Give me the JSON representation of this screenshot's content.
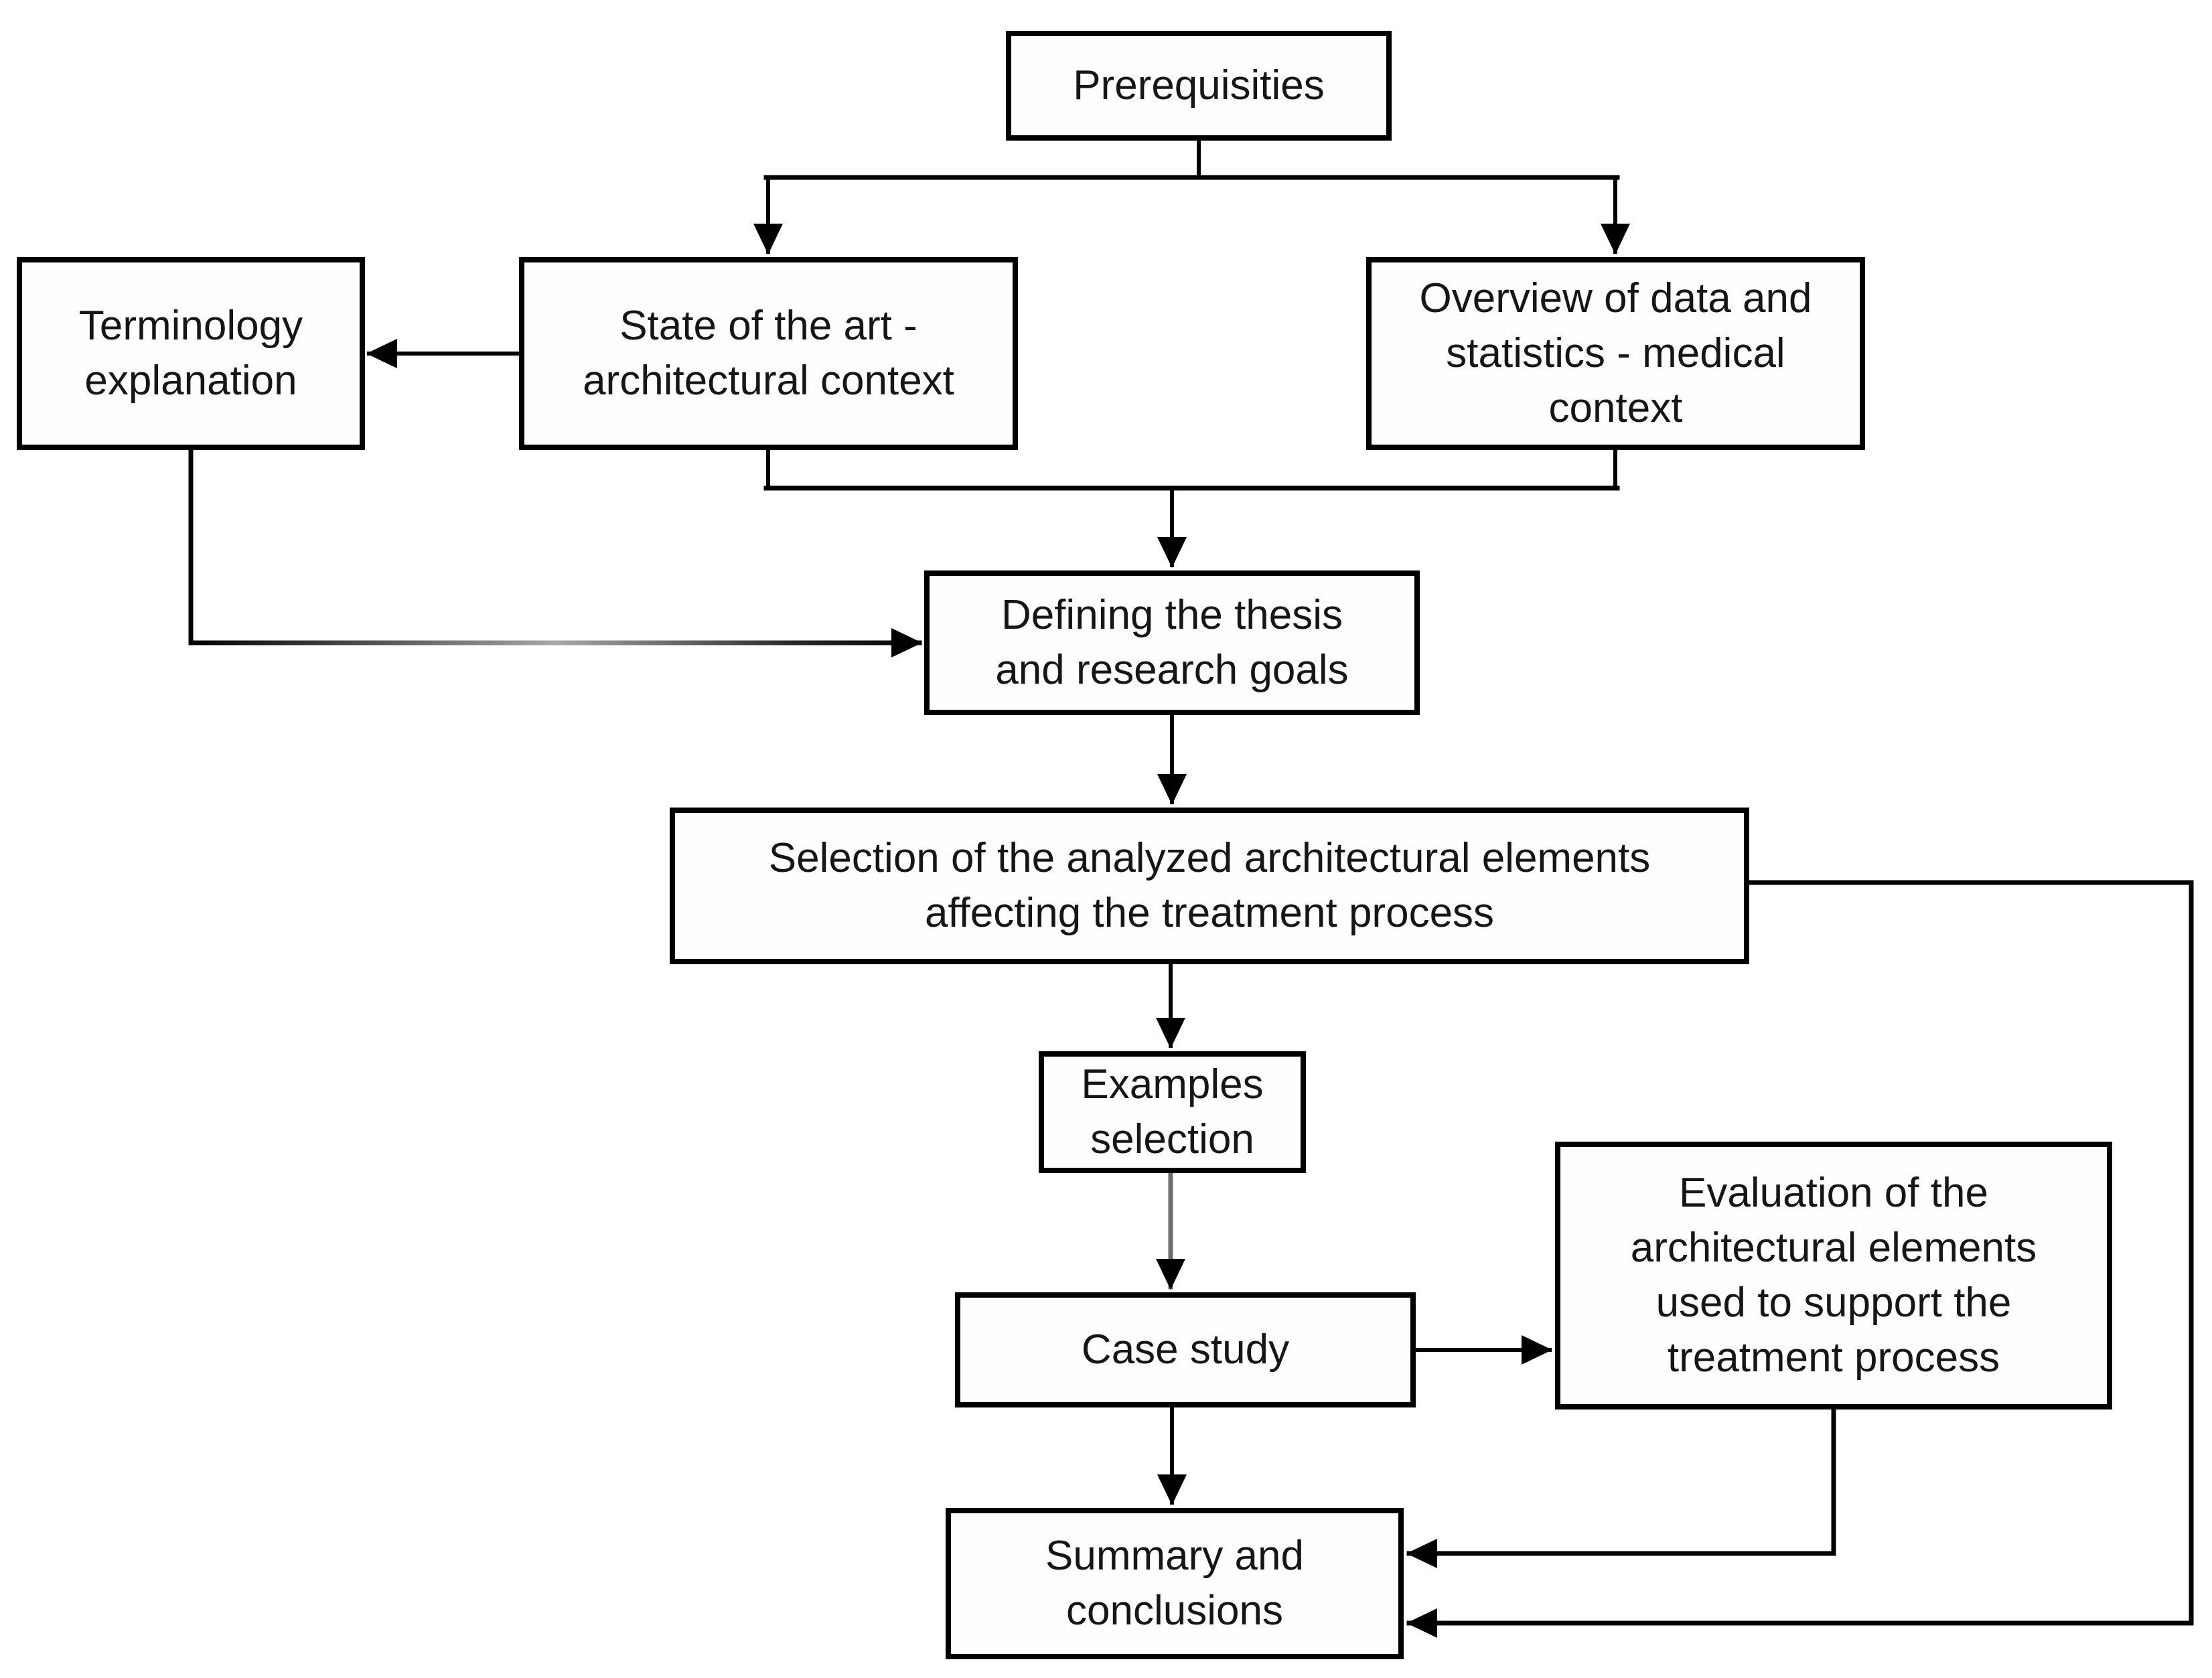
{
  "diagram": {
    "type": "flowchart",
    "background_color": "#ffffff",
    "box_border_color": "#000000",
    "box_fill_color": "#fefefe",
    "text_color": "#161616",
    "connector_color": "#000000",
    "faded_connector_color": "#6e6e6e"
  },
  "nodes": {
    "prerequisites": {
      "label": "Prerequisities"
    },
    "state_of_the_art": {
      "label": "State of the art -\narchitectural context"
    },
    "overview_data": {
      "label": "Overview of data and\nstatistics - medical\ncontext"
    },
    "terminology": {
      "label": "Terminology\nexplanation"
    },
    "defining_thesis": {
      "label": "Defining the thesis\nand research goals"
    },
    "selection_elements": {
      "label": "Selection of the analyzed architectural elements\naffecting the treatment process"
    },
    "examples_selection": {
      "label": "Examples\nselection"
    },
    "case_study": {
      "label": "Case study"
    },
    "evaluation": {
      "label": "Evaluation of the\narchitectural elements\nused to support the\ntreatment process"
    },
    "summary": {
      "label": "Summary and\nconclusions"
    }
  },
  "edges": [
    {
      "from": "prerequisites",
      "to": "state_of_the_art"
    },
    {
      "from": "prerequisites",
      "to": "overview_data"
    },
    {
      "from": "state_of_the_art",
      "to": "terminology"
    },
    {
      "from": "state_of_the_art",
      "to": "defining_thesis"
    },
    {
      "from": "overview_data",
      "to": "defining_thesis"
    },
    {
      "from": "terminology",
      "to": "defining_thesis"
    },
    {
      "from": "defining_thesis",
      "to": "selection_elements"
    },
    {
      "from": "selection_elements",
      "to": "examples_selection"
    },
    {
      "from": "examples_selection",
      "to": "case_study"
    },
    {
      "from": "case_study",
      "to": "evaluation"
    },
    {
      "from": "case_study",
      "to": "summary"
    },
    {
      "from": "evaluation",
      "to": "summary"
    },
    {
      "from": "selection_elements",
      "to": "summary"
    }
  ]
}
